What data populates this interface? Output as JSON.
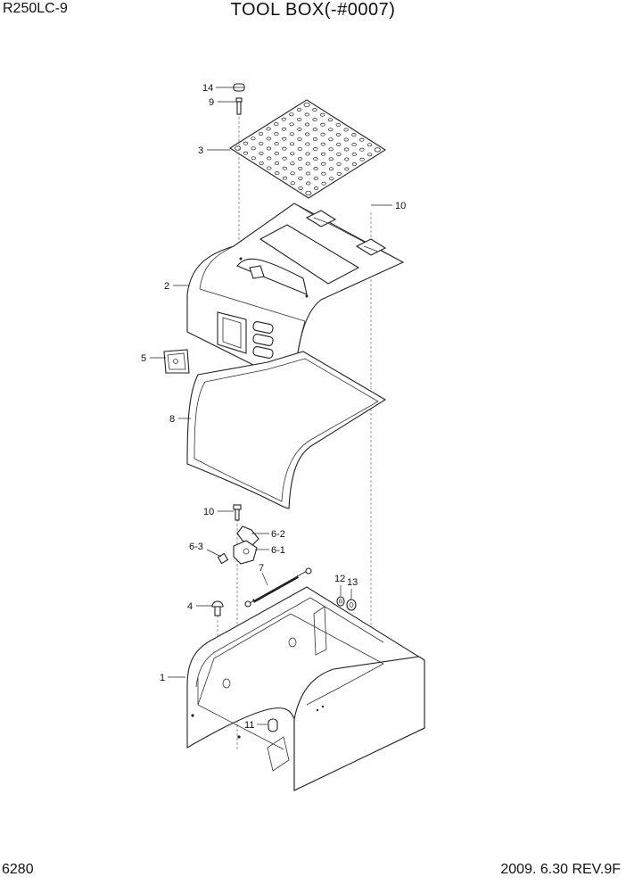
{
  "header": {
    "model": "R250LC-9",
    "title": "TOOL BOX(-#0007)"
  },
  "footer": {
    "page": "6280",
    "revision": "2009. 6.30  REV.9F"
  },
  "labels": {
    "p14": "14",
    "p9": "9",
    "p3": "3",
    "p10a": "10",
    "p2": "2",
    "p5": "5",
    "p8": "8",
    "p10b": "10",
    "p6_2": "6-2",
    "p6_3": "6-3",
    "p6_1": "6-1",
    "p7": "7",
    "p12": "12",
    "p13": "13",
    "p4": "4",
    "p1": "1",
    "p11": "11"
  }
}
